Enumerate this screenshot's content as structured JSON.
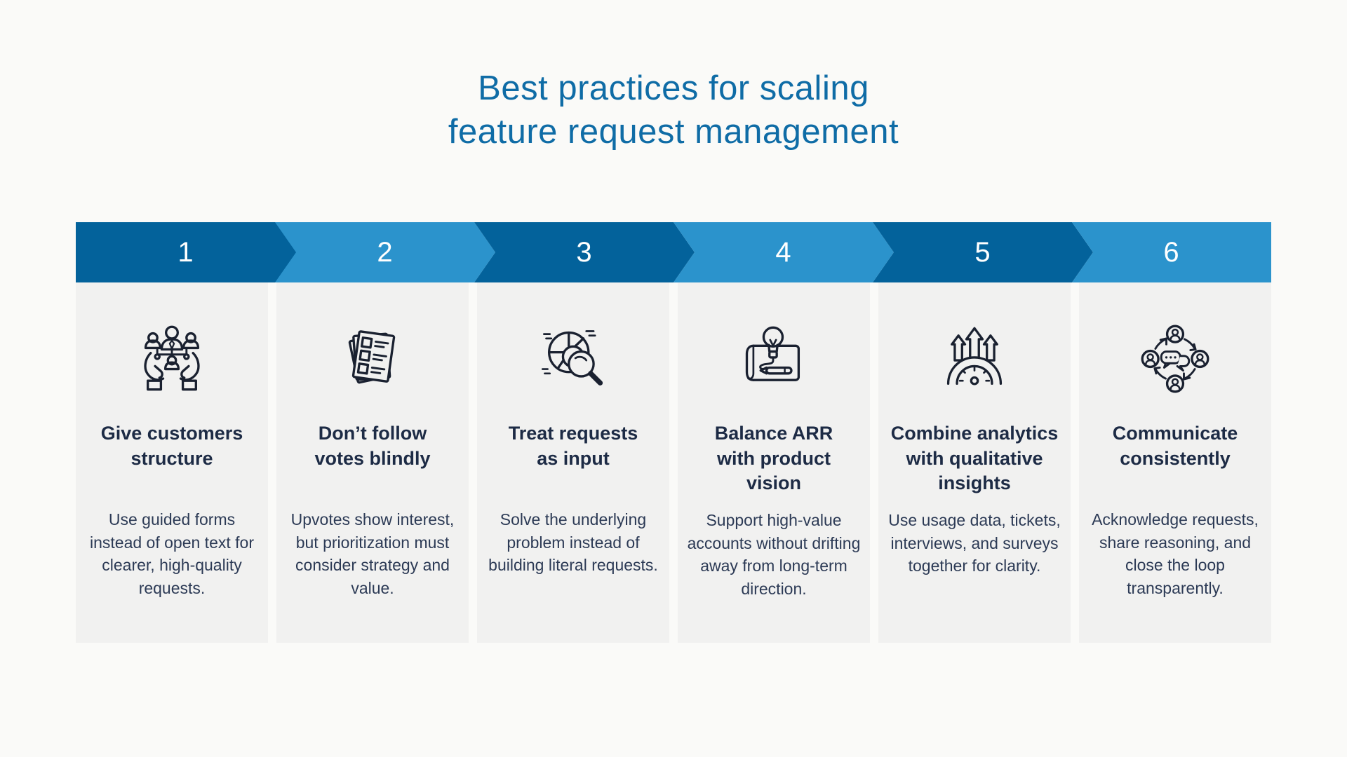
{
  "title": {
    "line1": "Best practices for scaling",
    "line2": "feature request management"
  },
  "colors": {
    "page_bg": "#fafaf8",
    "card_bg": "#f1f1f0",
    "arrow_dark": "#03629b",
    "arrow_light": "#2b93cc",
    "title_text": "#0f6ca6",
    "heading_text": "#1d2b45",
    "body_text": "#2c3a55",
    "number_text": "#ffffff",
    "icon_stroke": "#1a2130"
  },
  "steps": [
    {
      "number": "1",
      "shade": "dark",
      "icon": "hands-team-icon",
      "title": "Give customers\nstructure",
      "body": "Use guided forms instead of open text for clearer, high-quality requests."
    },
    {
      "number": "2",
      "shade": "light",
      "icon": "ballot-papers-icon",
      "title": "Don’t follow\nvotes blindly",
      "body": "Upvotes show interest, but prioritization must consider strategy and value."
    },
    {
      "number": "3",
      "shade": "dark",
      "icon": "pie-magnifier-icon",
      "title": "Treat requests\nas input",
      "body": "Solve the underlying problem instead of building literal requests."
    },
    {
      "number": "4",
      "shade": "light",
      "icon": "roadmap-bulb-icon",
      "title": "Balance ARR\nwith product\nvision",
      "body": "Support high-value accounts without drifting away from long-term direction."
    },
    {
      "number": "5",
      "shade": "dark",
      "icon": "growth-gauge-icon",
      "title": "Combine analytics\nwith qualitative\ninsights",
      "body": "Use usage data, tickets, interviews, and surveys together for clarity."
    },
    {
      "number": "6",
      "shade": "light",
      "icon": "feedback-loop-icon",
      "title": "Communicate\nconsistently",
      "body": "Acknowledge requests, share reasoning, and close the loop transparently."
    }
  ]
}
